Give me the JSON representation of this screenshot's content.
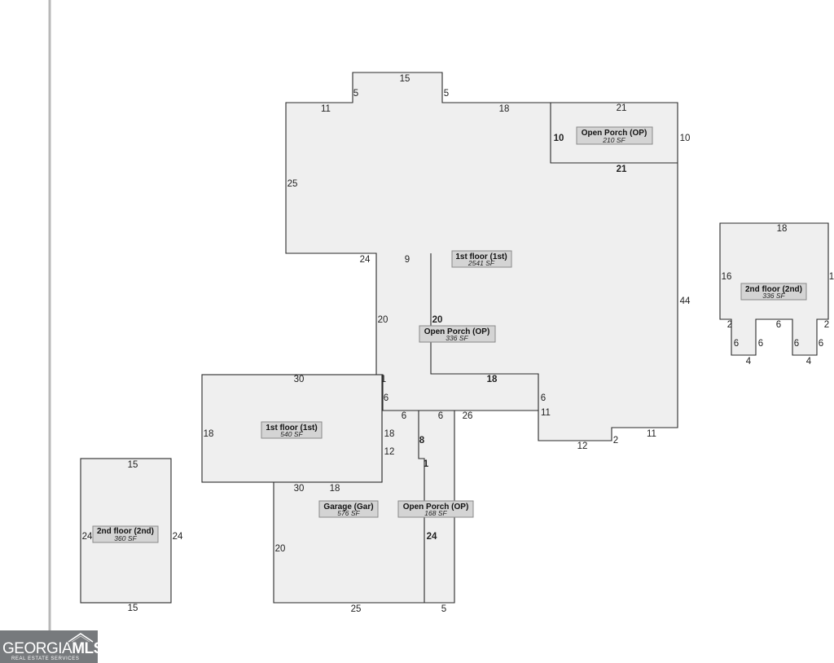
{
  "areas": {
    "first_main": {
      "name": "1st floor (1st)",
      "sf": "2541 SF"
    },
    "porch_top": {
      "name": "Open Porch (OP)",
      "sf": "210 SF"
    },
    "porch_mid": {
      "name": "Open Porch (OP)",
      "sf": "336 SF"
    },
    "first_small": {
      "name": "1st floor (1st)",
      "sf": "540 SF"
    },
    "garage": {
      "name": "Garage (Gar)",
      "sf": "576 SF"
    },
    "porch_low": {
      "name": "Open Porch (OP)",
      "sf": "168 SF"
    },
    "second_left": {
      "name": "2nd floor (2nd)",
      "sf": "360 SF"
    },
    "second_right": {
      "name": "2nd floor (2nd)",
      "sf": "336 SF"
    }
  },
  "dimensions": {
    "bump_top": "15",
    "bump_left": "5",
    "bump_right": "5",
    "top_left": "11",
    "top_mid": "18",
    "left_side": "25",
    "porch_top_top": "21",
    "porch_top_left": "10",
    "porch_top_right": "10",
    "porch_top_bottom": "21",
    "right_side": "44",
    "step_24": "24",
    "step_9": "9",
    "porch_mid_left": "20",
    "porch_mid_right": "20",
    "porch_mid_bottom": "18",
    "east_6": "6",
    "east_11": "11",
    "low_12": "12",
    "low_2": "2",
    "low_11": "11",
    "small_top": "30",
    "small_1": "1",
    "small_6": "6",
    "small_left": "18",
    "small_right": "18",
    "small_12": "12",
    "small_bottom": "30",
    "gar_top_6a": "6",
    "gar_top_6b": "6",
    "gar_26": "26",
    "gar_8": "8",
    "gar_1": "1",
    "gar_18": "18",
    "gar_left": "20",
    "gar_bottom": "25",
    "gar_5": "5",
    "gar_24": "24",
    "sec_left_top": "15",
    "sec_left_left": "24",
    "sec_left_right": "24",
    "sec_left_bottom": "15",
    "sec_right_top": "18",
    "sec_right_left": "16",
    "sec_right_right": "1",
    "sec_right_2a": "2",
    "sec_right_6a": "6",
    "sec_right_6b": "6",
    "sec_right_6c": "6",
    "sec_right_2b": "2",
    "sec_right_6d": "6",
    "sec_right_6e": "6",
    "sec_right_4a": "4",
    "sec_right_4b": "4"
  },
  "logo": {
    "text_main": "GEORGIA",
    "text_accent": "MLS",
    "tagline": "REAL ESTATE SERVICES"
  },
  "colors": {
    "shape_fill": "#efefef",
    "label_fill": "#d4d4d4",
    "outline": "#2a2a2a",
    "logo_bg": "#777a7d"
  }
}
